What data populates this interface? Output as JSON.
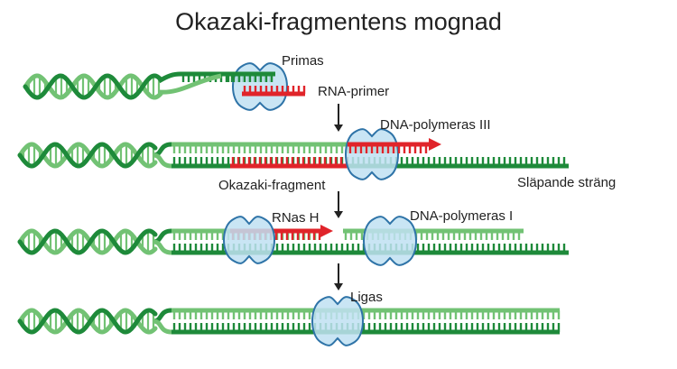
{
  "title": "Okazaki-fragmentens mognad",
  "labels": {
    "primase": "Primas",
    "rna_primer": "RNA-primer",
    "dna_pol_3": "DNA-polymeras III",
    "okazaki_fragment": "Okazaki-fragment",
    "lagging_strand": "Släpande sträng",
    "rnase_h": "RNas H",
    "dna_pol_1": "DNA-polymeras I",
    "ligase": "Ligas"
  },
  "colors": {
    "dark_strand": "#1e8a3a",
    "light_strand": "#72c274",
    "rna": "#e0242a",
    "enzyme_fill": "#bfe0f2",
    "enzyme_stroke": "#2f74a8",
    "arrow": "#222222"
  },
  "stages": [
    {
      "step": 1,
      "enzymes": [
        "primase"
      ]
    },
    {
      "step": 2,
      "enzymes": [
        "dna_pol_3"
      ]
    },
    {
      "step": 3,
      "enzymes": [
        "rnase_h",
        "dna_pol_1"
      ]
    },
    {
      "step": 4,
      "enzymes": [
        "ligase"
      ]
    }
  ]
}
